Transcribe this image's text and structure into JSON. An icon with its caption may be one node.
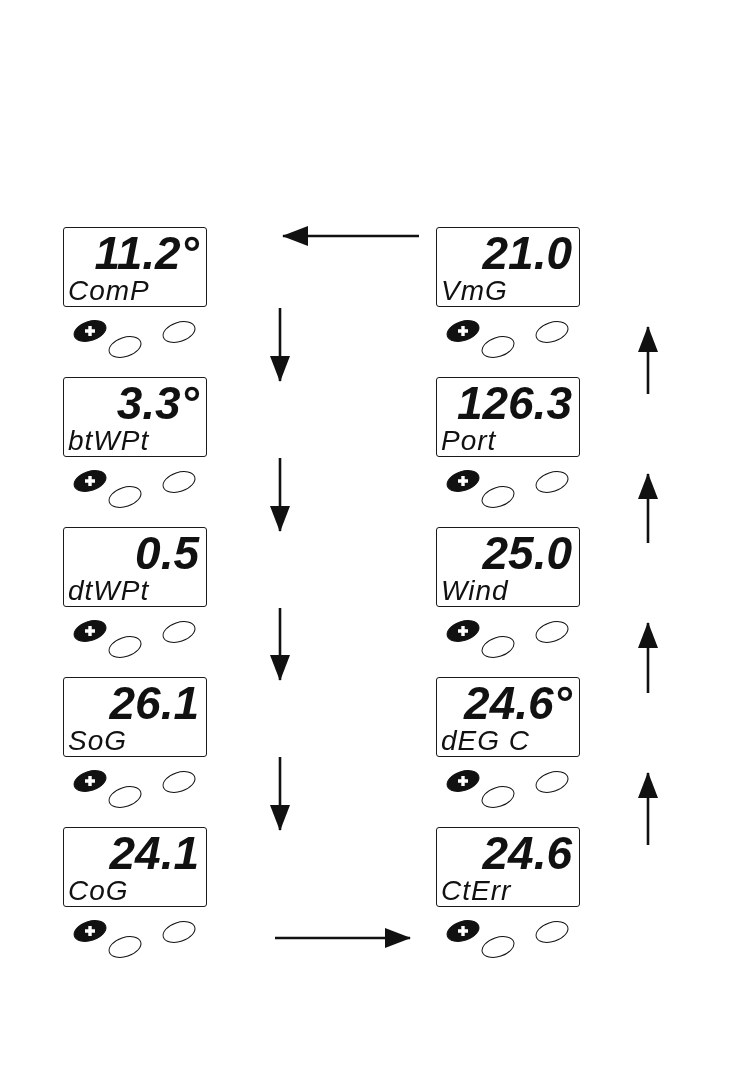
{
  "diagram": {
    "nodes": [
      {
        "text": [
          "11.2°",
          "ComP"
        ]
      },
      {
        "text": [
          "21.0",
          "VmG"
        ]
      },
      {
        "text": [
          "3.3°",
          "btWPt"
        ]
      },
      {
        "text": [
          "126.3",
          "Port"
        ]
      },
      {
        "text": [
          "0.5",
          "dtWPt"
        ]
      },
      {
        "text": [
          "25.0",
          "Wind"
        ]
      },
      {
        "text": [
          "26.1",
          "SoG"
        ]
      },
      {
        "text": [
          "24.6°",
          "dEG C"
        ]
      },
      {
        "text": [
          "24.1",
          "CoG"
        ]
      },
      {
        "text": [
          "24.6",
          "CtErr"
        ]
      }
    ],
    "edges": [
      {
        "from": 1,
        "to": 0,
        "arrow": "to"
      }
    ]
  }
}
